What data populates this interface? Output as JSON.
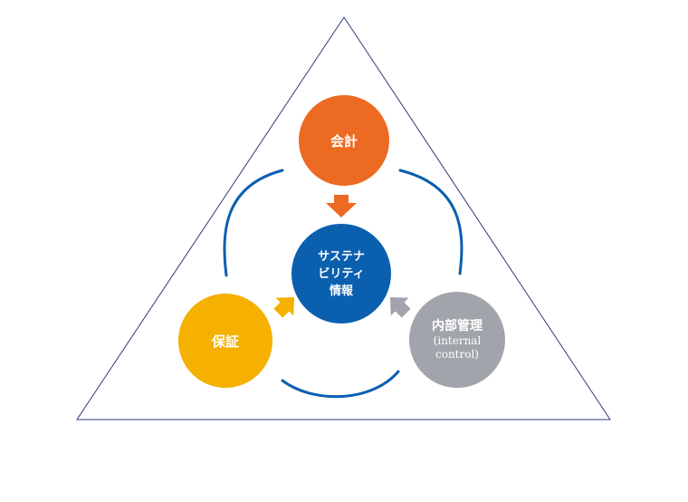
{
  "nodes": {
    "top": {
      "label": "会計",
      "color": "#EC6A21"
    },
    "center": {
      "lines": [
        "サステナ",
        "ビリティ",
        "情報"
      ],
      "color": "#0B5FAF"
    },
    "left": {
      "label": "保証",
      "color": "#F5B000"
    },
    "right": {
      "title": "内部管理",
      "sub1": "(internal",
      "sub2": "control)",
      "color": "#A2A4AB"
    }
  },
  "colors": {
    "triangle_stroke": "#2E3A7A",
    "connector_stroke": "#0B5FAF",
    "arrow_top": "#EC6A21",
    "arrow_left": "#F5B000",
    "arrow_right": "#A2A4AB"
  }
}
